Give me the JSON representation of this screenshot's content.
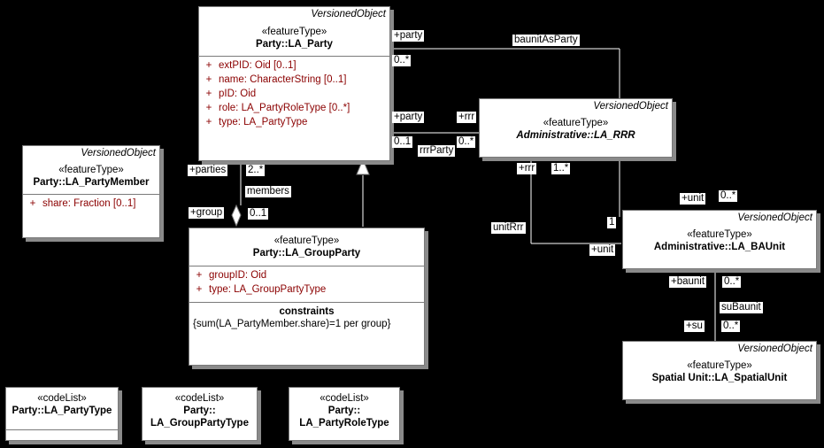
{
  "classes": {
    "la_party": {
      "stereo_tag": "VersionedObject",
      "stereotype": "«featureType»",
      "name": "Party::LA_Party",
      "attributes": [
        {
          "vis": "+",
          "text": "extPID:  Oid [0..1]"
        },
        {
          "vis": "+",
          "text": "name:  CharacterString [0..1]"
        },
        {
          "vis": "+",
          "text": "pID:  Oid"
        },
        {
          "vis": "+",
          "text": "role:  LA_PartyRoleType [0..*]"
        },
        {
          "vis": "+",
          "text": "type:  LA_PartyType"
        }
      ]
    },
    "la_partymember": {
      "stereo_tag": "VersionedObject",
      "stereotype": "«featureType»",
      "name": "Party::LA_PartyMember",
      "attributes": [
        {
          "vis": "+",
          "text": "share:  Fraction [0..1]"
        }
      ]
    },
    "la_groupparty": {
      "stereotype": "«featureType»",
      "name": "Party::LA_GroupParty",
      "attributes": [
        {
          "vis": "+",
          "text": "groupID:  Oid"
        },
        {
          "vis": "+",
          "text": "type:  LA_GroupPartyType"
        }
      ],
      "constraints_title": "constraints",
      "constraint": "{sum(LA_PartyMember.share)=1 per group}"
    },
    "la_rrr": {
      "stereo_tag": "VersionedObject",
      "stereotype": "«featureType»",
      "name": "Administrative::LA_RRR"
    },
    "la_baunit": {
      "stereo_tag": "VersionedObject",
      "stereotype": "«featureType»",
      "name": "Administrative::LA_BAUnit"
    },
    "la_spatialunit": {
      "stereo_tag": "VersionedObject",
      "stereotype": "«featureType»",
      "name": "Spatial Unit::LA_SpatialUnit"
    },
    "cl_partytype": {
      "stereotype": "«codeList»",
      "name": "Party::LA_PartyType"
    },
    "cl_grouppartytype": {
      "stereotype": "«codeList»",
      "name_line1": "Party::",
      "name_line2": "LA_GroupPartyType"
    },
    "cl_partyroletype": {
      "stereotype": "«codeList»",
      "name_line1": "Party::",
      "name_line2": "LA_PartyRoleType"
    }
  },
  "labels": {
    "party_top": "+party",
    "mult_0star_top": "0..*",
    "baunitasparty": "baunitAsParty",
    "party_rrr": "+party",
    "rrr_left": "+rrr",
    "mult_01_party": "0..1",
    "rrrparty": "rrrParty",
    "mult_0star_rrr": "0..*",
    "rrr_bottom": "+rrr",
    "mult_1star_rrr": "1..*",
    "parties": "+parties",
    "mult_2star": "2..*",
    "members": "members",
    "group": "+group",
    "mult_01_group": "0..1",
    "unitrrr": "unitRrr",
    "unit_top": "+unit",
    "mult_0star_unit": "0..*",
    "mult_1": "1",
    "unit_left": "+unit",
    "baunit": "+baunit",
    "mult_0star_baunit": "0..*",
    "subaunit": "suBaunit",
    "su": "+su",
    "mult_0star_su": "0..*"
  }
}
